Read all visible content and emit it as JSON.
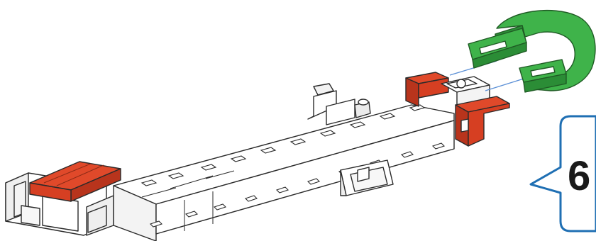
{
  "step": {
    "number": "6"
  },
  "colors": {
    "block_white": "#ffffff",
    "block_shade": "#e9e9e9",
    "outline": "#2a2a2a",
    "red_part": "#e0492a",
    "red_shade": "#b8341c",
    "green_part": "#3fb34a",
    "green_shade": "#2b8d36",
    "guide_line": "#5a8fd6",
    "callout_border": "#1f6fb3",
    "callout_fill": "#ffffff",
    "step_text": "#1a1a1a"
  },
  "icons": {
    "callout": "speech-bubble-callout",
    "guide": "assembly-guide-lines"
  }
}
